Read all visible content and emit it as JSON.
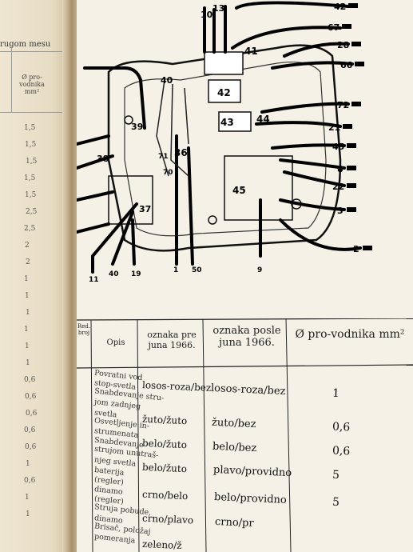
{
  "left_page": {
    "header": "rugom mesu",
    "col_sub": "Ø pro-vodnika mm²",
    "values": [
      "1,5",
      "1,5",
      "1,5",
      "1,5",
      "1,5",
      "2,5",
      "2,5",
      "2",
      "2",
      "1",
      "1",
      "1",
      "1",
      "1",
      "1",
      "0,6",
      "0,6",
      "0,6",
      "0,6",
      "0,6",
      "1",
      "0,6",
      "1",
      "1"
    ]
  },
  "diagram": {
    "labels_top": [
      "10",
      "13",
      "40",
      "39",
      "41",
      "42",
      "43",
      "44",
      "36",
      "71",
      "70",
      "38",
      "37",
      "45",
      "50",
      "9",
      "11",
      "40",
      "19",
      "1"
    ],
    "labels_right": [
      "42",
      "67",
      "28",
      "66",
      "72",
      "21",
      "45",
      "8",
      "22",
      "3",
      "2"
    ]
  },
  "table": {
    "headers": {
      "rb": "Red. broj",
      "opis": "Opis",
      "pre": "oznaka pre juna 1966.",
      "posle": "oznaka posle juna 1966.",
      "presek": "Ø pro-vodnika mm²"
    },
    "descriptions": [
      "Povratni vod",
      "stop-svetla",
      "Snabdevanje stru-",
      "jom zadnjeg",
      "svetla",
      "Osvetljenje in-",
      "strumenata",
      "Snabdevanje",
      "strujom unutraš-",
      "njeg svetla",
      "baterija",
      "(regler)",
      "dinamo",
      "(regler)",
      "Struja pobude,",
      "dinamo",
      "Brisač, položaj",
      "pomeranja"
    ],
    "rows": [
      {
        "pre": "losos-roza/bez",
        "posle": "losos-roza/bez",
        "presek": "1"
      },
      {
        "pre": "žuto/žuto",
        "posle": "žuto/bez",
        "presek": "0,6"
      },
      {
        "pre": "belo/žuto",
        "posle": "belo/bez",
        "presek": "0,6"
      },
      {
        "pre": "belo/žuto",
        "posle": "plavo/providno",
        "presek": "5"
      },
      {
        "pre": "crno/belo",
        "posle": "belo/providno",
        "presek": "5"
      },
      {
        "pre": "crno/plavo",
        "posle": "crno/pr",
        "presek": ""
      },
      {
        "pre": "zeleno/ž",
        "posle": "",
        "presek": ""
      }
    ]
  }
}
